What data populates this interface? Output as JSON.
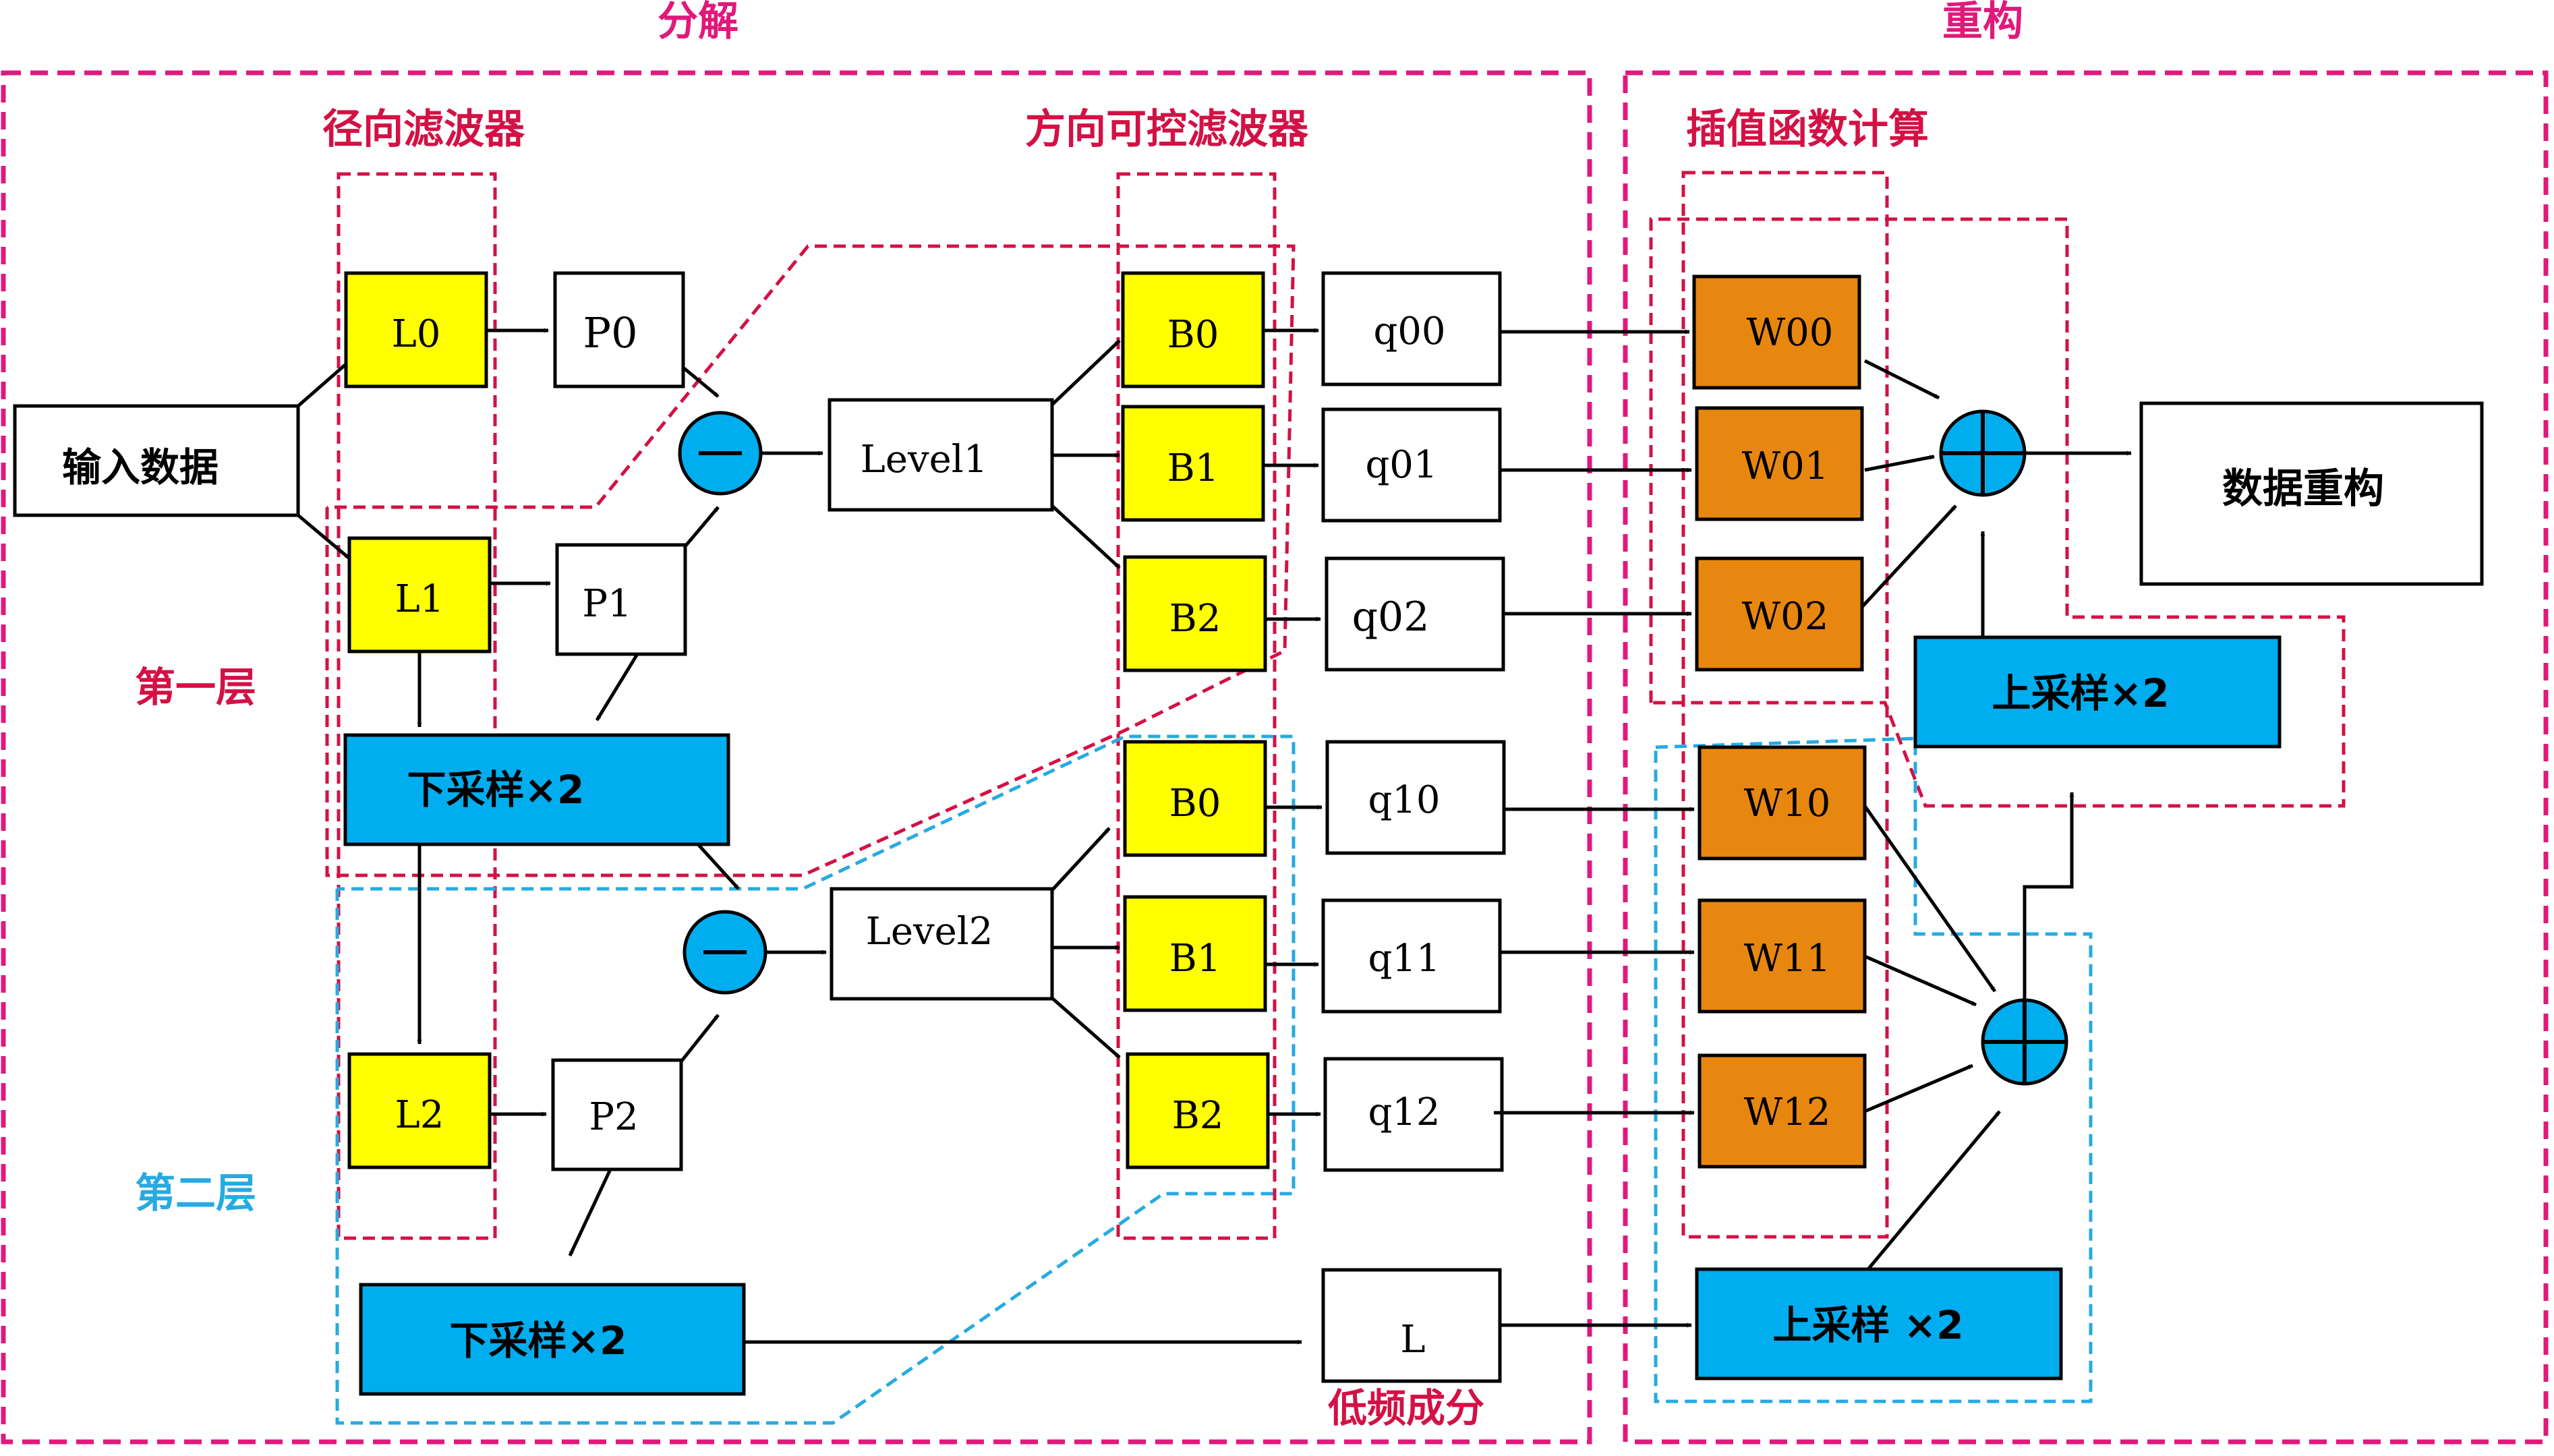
{
  "colors": {
    "yellow": "#ffff00",
    "orange": "#e8870f",
    "blue": "#00aeef",
    "magenta": "#e0197b",
    "crimson": "#d31145",
    "cyan": "#27aae1",
    "black": "#000000"
  },
  "sections": {
    "decompose": "分解",
    "reconstruct": "重构"
  },
  "groups": {
    "radial": "径向滤波器",
    "steerable": "方向可控滤波器",
    "interp": "插值函数计算"
  },
  "layers": {
    "first": "第一层",
    "second": "第二层"
  },
  "nodes": {
    "input": "输入数据",
    "L0": "L0",
    "L1": "L1",
    "L2": "L2",
    "P0": "P0",
    "P1": "P1",
    "P2": "P2",
    "down1": "下采样×2",
    "down2": "下采样×2",
    "level1": "Level1",
    "level2": "Level2",
    "B0a": "B0",
    "B1a": "B1",
    "B2a": "B2",
    "B0b": "B0",
    "B1b": "B1",
    "B2b": "B2",
    "q00": "q00",
    "q01": "q01",
    "q02": "q02",
    "q10": "q10",
    "q11": "q11",
    "q12": "q12",
    "L": "L",
    "lowfreq": "低频成分",
    "W00": "W00",
    "W01": "W01",
    "W02": "W02",
    "W10": "W10",
    "W11": "W11",
    "W12": "W12",
    "up1": "上采样×2",
    "up2": "上采样 ×2",
    "output": "数据重构"
  }
}
